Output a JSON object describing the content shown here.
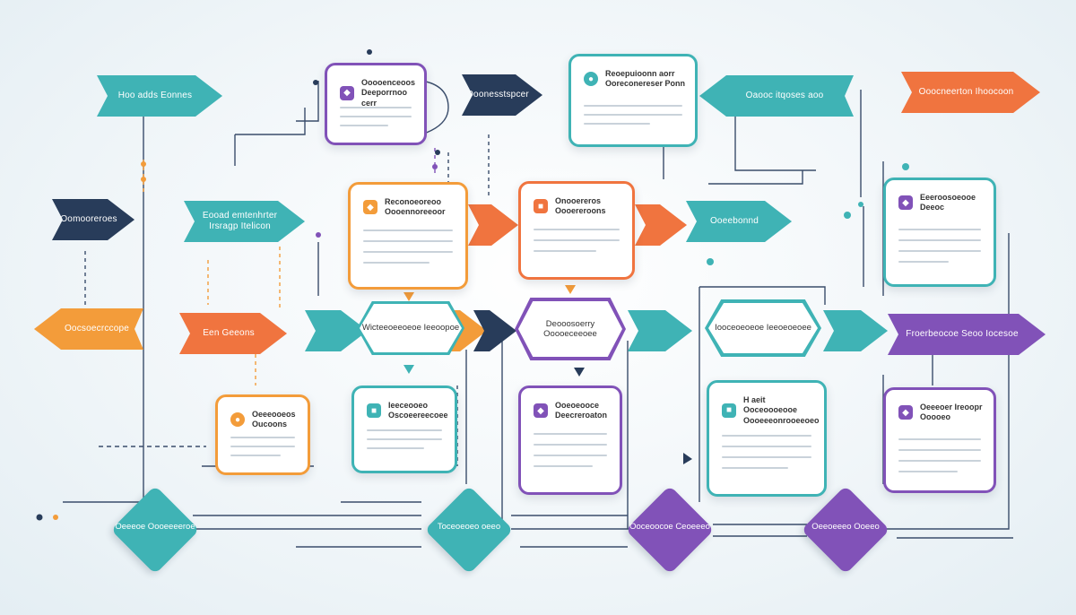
{
  "colors": {
    "teal": "#3fb3b5",
    "navy": "#283c5a",
    "orange": "#f0743f",
    "amber": "#f39c3a",
    "purple": "#8152b8",
    "line": "#3a4d6b"
  },
  "arrows": [
    {
      "id": "a1",
      "label": "Hoo adds Eonnes",
      "color": "teal"
    },
    {
      "id": "a2",
      "label": "Ooonesstspcer",
      "color": "navy"
    },
    {
      "id": "a3",
      "label": "Oaooc itqoses aoo",
      "color": "teal"
    },
    {
      "id": "a4",
      "label": "Ooocneerton Ihoocoon",
      "color": "orange"
    },
    {
      "id": "a5",
      "label": "Oomooreroes",
      "color": "navy"
    },
    {
      "id": "a6",
      "label": "Eooad emtenhrter Irsragp Itelicon",
      "color": "teal"
    },
    {
      "id": "a7",
      "label": "Ooeebonnd",
      "color": "teal"
    },
    {
      "id": "a8",
      "label": "Oocsoecrccope",
      "color": "amber"
    },
    {
      "id": "a9",
      "label": "Een Geeons",
      "color": "orange"
    },
    {
      "id": "a10",
      "label": "Froerbeocoe Seoo Iocesoe",
      "color": "purple"
    }
  ],
  "cards": [
    {
      "id": "c1",
      "title": "Ooooenceoos Deeporrnoo cerr",
      "icon": "◆",
      "color": "purple"
    },
    {
      "id": "c2",
      "title": "Reoepuioonn aorr Ooreconereser Ponn",
      "icon": "●",
      "color": "teal"
    },
    {
      "id": "c3",
      "title": "Reconoeoreoo Oooennoreeoor",
      "icon": "◆",
      "color": "orange"
    },
    {
      "id": "c4",
      "title": "Onooereros Oooereroons",
      "icon": "■",
      "color": "orange"
    },
    {
      "id": "c5",
      "title": "Eeeroosoeooe Deeoc",
      "icon": "◆",
      "color": "purple"
    },
    {
      "id": "c6",
      "title": "Oeeeooeos Oucoons",
      "icon": "●",
      "color": "amber"
    },
    {
      "id": "c7",
      "title": "Ieeceooeo Oscoeereecoee",
      "icon": "■",
      "color": "teal"
    },
    {
      "id": "c8",
      "title": "Ooeoeooce Deecreroaton",
      "icon": "◆",
      "color": "purple"
    },
    {
      "id": "c9",
      "title": "H aeit Ooceoooeooe Oooeeeonrooeeoeo",
      "icon": "■",
      "color": "teal"
    },
    {
      "id": "c10",
      "title": "Oeeeoer Ireoopr Ooooeo",
      "icon": "◆",
      "color": "purple"
    }
  ],
  "hexes": [
    {
      "id": "h1",
      "label": "Wicteeoeeoeoe Ieeoopoe"
    },
    {
      "id": "h2",
      "label": "Deooosoerry Ooooeceeoee"
    },
    {
      "id": "h3",
      "label": "Iooceoeoeoe Ieeoeoeoee"
    }
  ],
  "diamonds": [
    {
      "id": "d1",
      "label": "Oeeeoe Oooeeeeroe",
      "color": "teal"
    },
    {
      "id": "d2",
      "label": "Toceoeoeo oeeo",
      "color": "teal"
    },
    {
      "id": "d3",
      "label": "Ooceoocoe Ceoeeeo",
      "color": "purple"
    },
    {
      "id": "d4",
      "label": "Oeeoeeeo Ooeeo",
      "color": "purple"
    }
  ]
}
